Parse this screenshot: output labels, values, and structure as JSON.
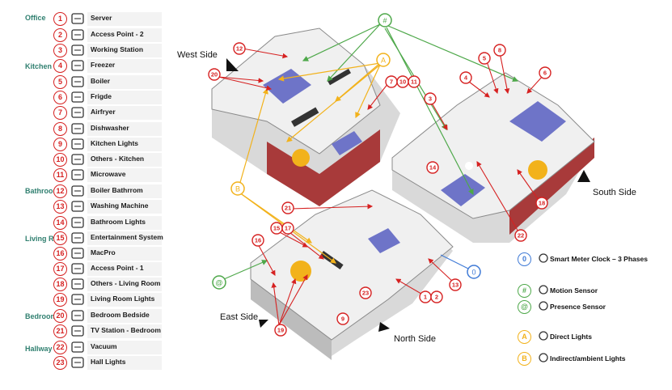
{
  "colors": {
    "device": "#d62121",
    "motion": "#4ea84a",
    "light": "#f2b21b",
    "meter": "#3f7ad6",
    "room": "#2f7f6f"
  },
  "rooms": [
    {
      "id": "office",
      "label": "Office"
    },
    {
      "id": "kitchen",
      "label": "Kitchen"
    },
    {
      "id": "bathroom",
      "label": "Bathroom"
    },
    {
      "id": "living",
      "label": "Living Roo"
    },
    {
      "id": "bedroom",
      "label": "Bedroom"
    },
    {
      "id": "hallway",
      "label": "Hallway"
    }
  ],
  "devices": [
    {
      "num": "1",
      "label": "Server",
      "icon": "server-icon"
    },
    {
      "num": "2",
      "label": "Access Point - 2",
      "icon": "router-icon"
    },
    {
      "num": "3",
      "label": "Working Station",
      "icon": "workstation-icon"
    },
    {
      "num": "4",
      "label": "Freezer",
      "icon": "snowflake-icon"
    },
    {
      "num": "5",
      "label": "Boiler",
      "icon": "boiler-icon"
    },
    {
      "num": "6",
      "label": "Frigde",
      "icon": "fridge-icon"
    },
    {
      "num": "7",
      "label": "Airfryer",
      "icon": "airfryer-icon"
    },
    {
      "num": "8",
      "label": "Dishwasher",
      "icon": "dishwasher-icon"
    },
    {
      "num": "9",
      "label": "Kitchen Lights",
      "icon": "bulb-icon"
    },
    {
      "num": "10",
      "label": "Others - Kitchen",
      "icon": "plug-icon"
    },
    {
      "num": "11",
      "label": "Microwave",
      "icon": "microwave-icon"
    },
    {
      "num": "12",
      "label": "Boiler Bathrrom",
      "icon": "shower-icon"
    },
    {
      "num": "13",
      "label": "Washing Machine",
      "icon": "washer-icon"
    },
    {
      "num": "14",
      "label": "Bathroom Lights",
      "icon": "bulb-icon"
    },
    {
      "num": "15",
      "label": "Entertainment System",
      "icon": "speaker-icon"
    },
    {
      "num": "16",
      "label": "MacPro",
      "icon": "monitor-icon"
    },
    {
      "num": "17",
      "label": "Access Point - 1",
      "icon": "router-icon"
    },
    {
      "num": "18",
      "label": "Others - Living Room",
      "icon": "plug-icon"
    },
    {
      "num": "19",
      "label": "Living Room Lights",
      "icon": "bulb-icon"
    },
    {
      "num": "20",
      "label": "Bedroom Bedside",
      "icon": "lamp-icon"
    },
    {
      "num": "21",
      "label": "TV Station - Bedroom",
      "icon": "tv-speaker-icon"
    },
    {
      "num": "22",
      "label": "Vacuum",
      "icon": "vacuum-icon"
    },
    {
      "num": "23",
      "label": "Hall Lights",
      "icon": "bulb-icon"
    }
  ],
  "sides": {
    "west": "West Side",
    "south": "South Side",
    "east": "East Side",
    "north": "North Side"
  },
  "sensors": {
    "motion_symbol": "#",
    "presence_symbol": "@",
    "direct_symbol": "A",
    "indirect_symbol": "B",
    "meter_symbol": "0"
  },
  "scene_badges": [
    "12",
    "20",
    "7",
    "10",
    "11",
    "3",
    "5",
    "8",
    "4",
    "6",
    "14",
    "18",
    "22",
    "21",
    "15",
    "17",
    "16",
    "1",
    "2",
    "13",
    "23",
    "9",
    "19"
  ],
  "key": [
    {
      "symbol": "0",
      "label": "Smart Meter Clock – 3 Phases",
      "color": "#3f7ad6",
      "icon": "clock-icon"
    },
    {
      "symbol": "#",
      "label": "Motion Sensor",
      "color": "#4ea84a",
      "icon": "motion-icon"
    },
    {
      "symbol": "@",
      "label": "Presence Sensor",
      "color": "#4ea84a",
      "icon": "presence-icon"
    },
    {
      "symbol": "A",
      "label": "Direct Lights",
      "color": "#f2b21b",
      "icon": "bulb-icon"
    },
    {
      "symbol": "B",
      "label": "Indirect/ambient Lights",
      "color": "#f2b21b",
      "icon": "bulb-icon"
    }
  ]
}
